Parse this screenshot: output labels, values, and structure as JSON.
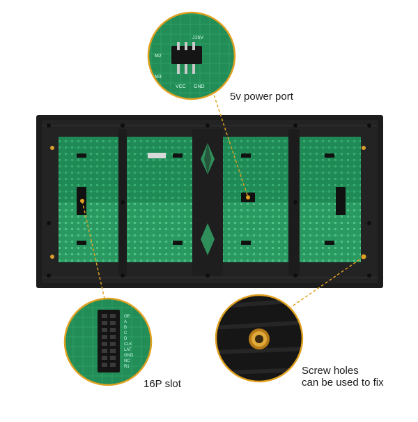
{
  "callouts": {
    "power_port": {
      "label": "5v power port"
    },
    "slot": {
      "label": "16P slot"
    },
    "screw": {
      "label_line1": "Screw holes",
      "label_line2": "can be used to fix"
    }
  },
  "silkscreen": {
    "connector_ref": "J15V",
    "vcc": "VCC",
    "gnd": "GND",
    "m2": "M2",
    "m3": "M3",
    "pins": [
      "OE",
      "A",
      "B",
      "C",
      "D",
      "CLK",
      "LAT",
      "GND",
      "NC",
      "R1"
    ]
  },
  "colors": {
    "pcb_green": "#1f8a55",
    "panel_black": "#1c1c1c",
    "leader_line": "#e0a020",
    "brass": "#d9a02e"
  }
}
